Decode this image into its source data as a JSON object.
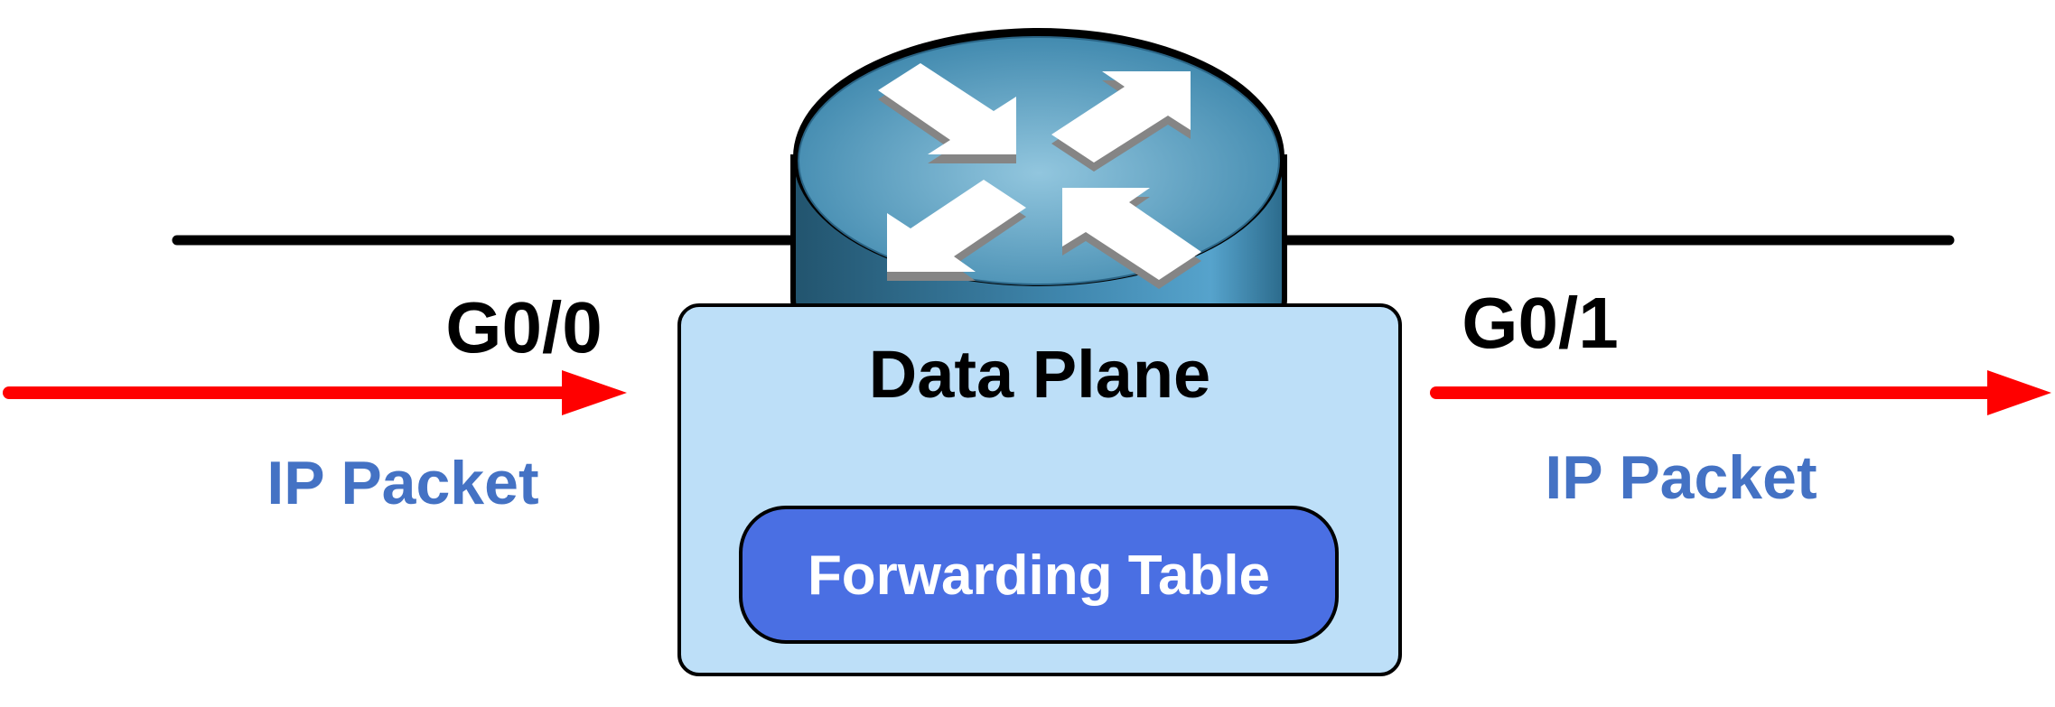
{
  "diagram": {
    "router": {
      "icon": "router-icon"
    },
    "interfaces": {
      "left": "G0/0",
      "right": "G0/1"
    },
    "data_plane": {
      "title": "Data Plane",
      "forwarding_table": "Forwarding Table"
    },
    "packets": {
      "incoming": "IP Packet",
      "outgoing": "IP Packet"
    },
    "colors": {
      "arrow": "#ff0000",
      "packet_text": "#4472c4",
      "data_plane_fill": "#bddff8",
      "forwarding_table_fill": "#4a6fe3"
    }
  }
}
